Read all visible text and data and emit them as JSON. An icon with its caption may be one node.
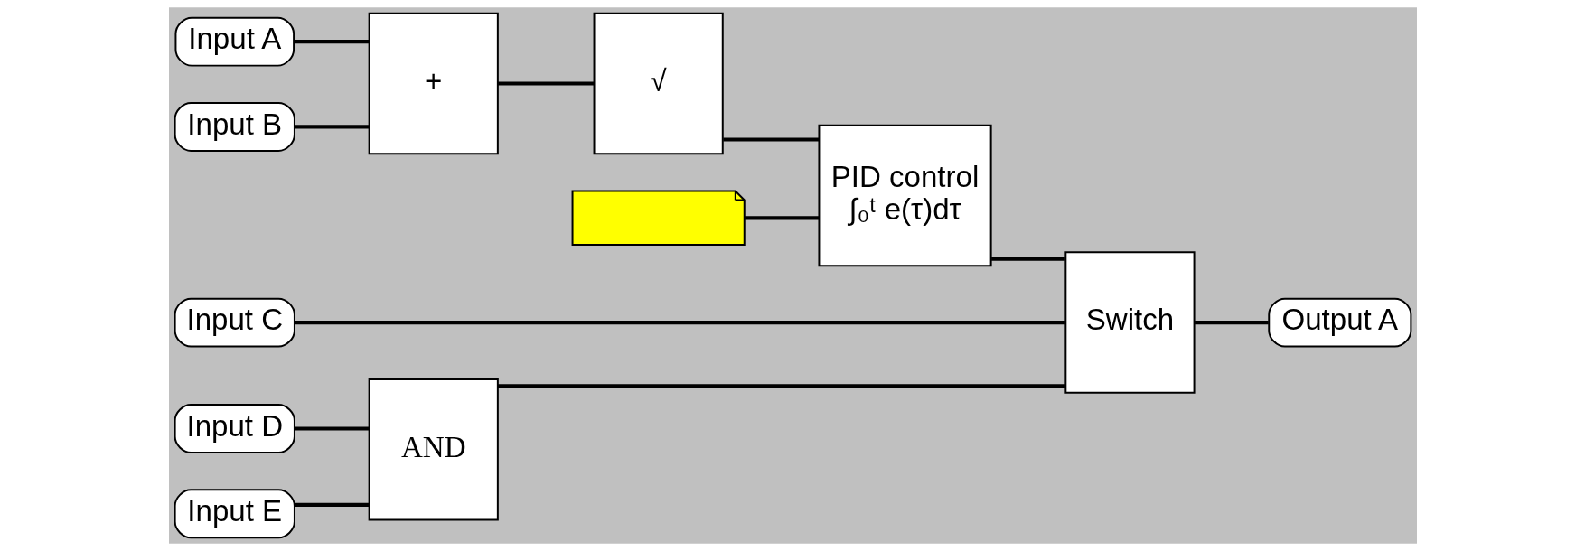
{
  "diagram": {
    "nodes": [
      {
        "text": [
          "Input A"
        ]
      },
      {
        "text": [
          "Input B"
        ]
      },
      {
        "text": [
          "+"
        ]
      },
      {
        "text": [
          "√"
        ]
      },
      {
        "text": [
          "PID control",
          "∫₀ᵗ e(τ)dτ"
        ]
      },
      {
        "text": [
          "Switch"
        ]
      },
      {
        "text": [
          "Output A"
        ]
      },
      {
        "text": [
          "Input C"
        ]
      },
      {
        "text": [
          "Input D"
        ]
      },
      {
        "text": [
          "Input E"
        ]
      },
      {
        "text": [
          "AND"
        ]
      },
      {
        "text": [],
        "shape": "callout"
      }
    ],
    "edges": [
      {
        "from": 0,
        "to": 2,
        "arrow": "none"
      },
      {
        "from": 1,
        "to": 2,
        "arrow": "none"
      },
      {
        "from": 2,
        "to": 3,
        "arrow": "none"
      },
      {
        "from": 3,
        "to": 4,
        "arrow": "none"
      },
      {
        "from": 4,
        "to": 5,
        "arrow": "none"
      },
      {
        "from": 7,
        "to": 5,
        "arrow": "none"
      },
      {
        "from": 10,
        "to": 5,
        "arrow": "none"
      },
      {
        "from": 5,
        "to": 6,
        "arrow": "none"
      },
      {
        "from": 8,
        "to": 10,
        "arrow": "none"
      },
      {
        "from": 9,
        "to": 10,
        "arrow": "none"
      },
      {
        "from": 11,
        "to": 4,
        "arrow": "none"
      }
    ]
  }
}
